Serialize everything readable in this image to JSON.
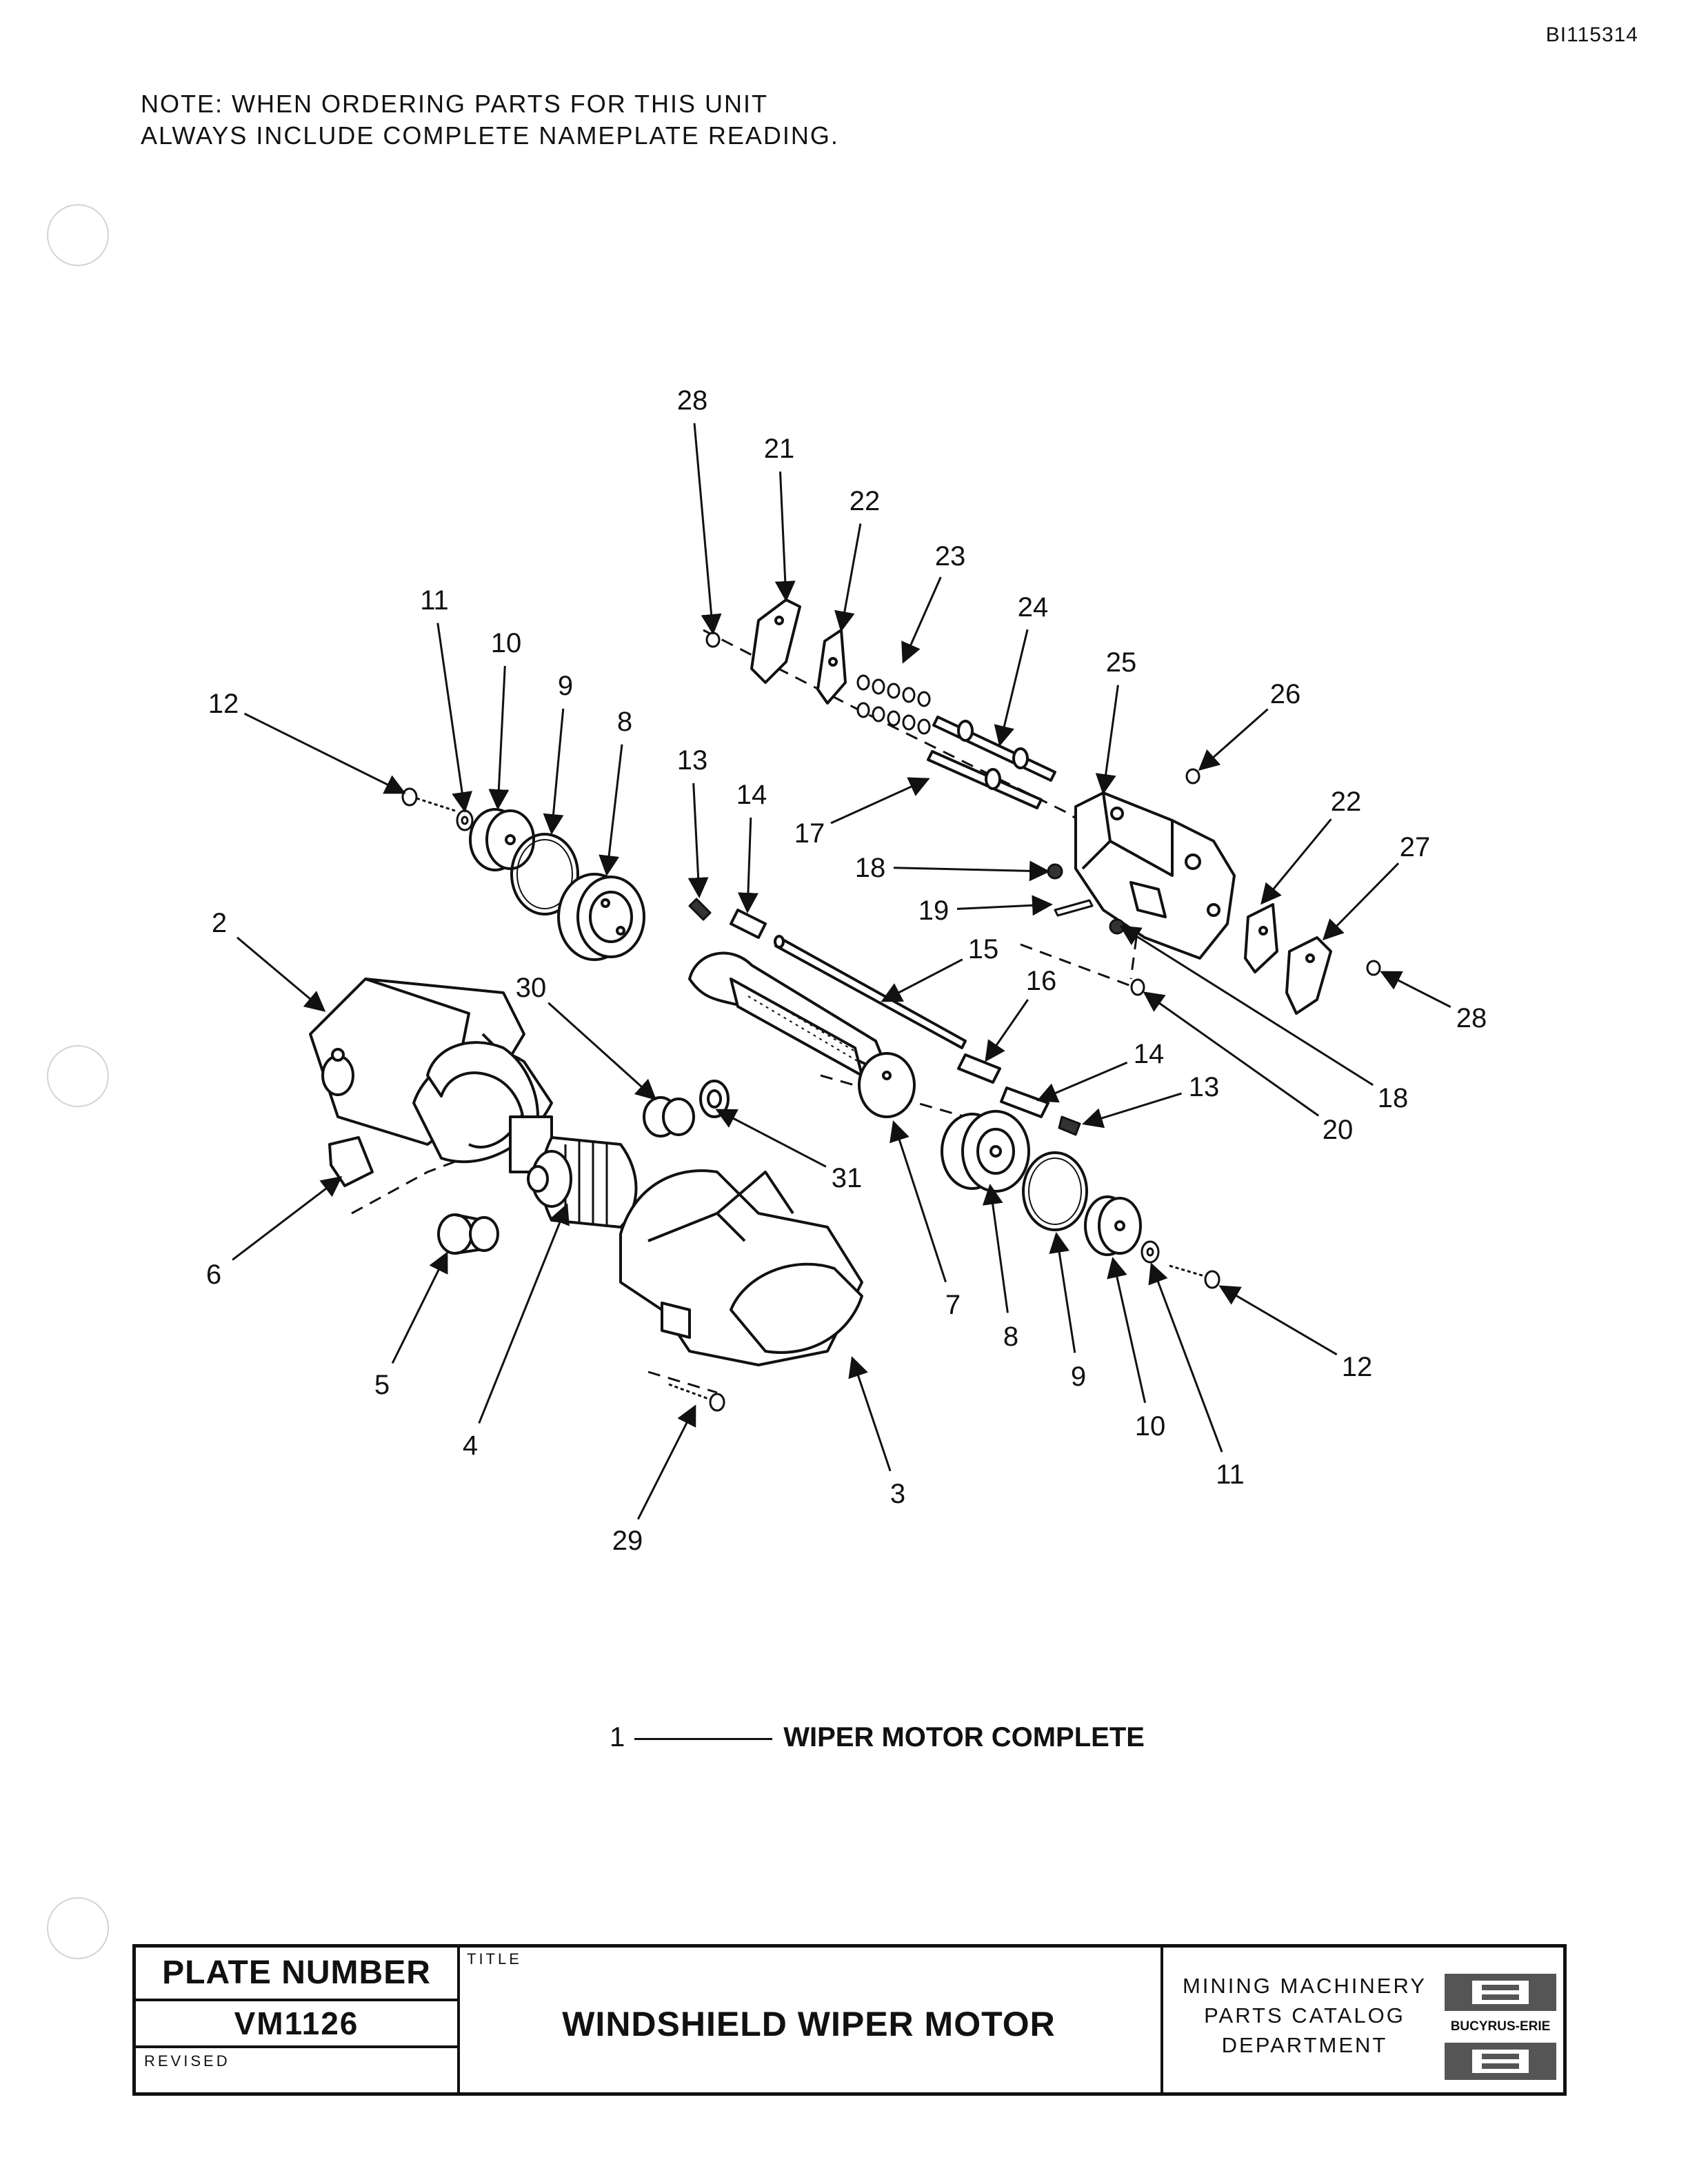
{
  "doc_id": "BI115314",
  "note": {
    "line1": "NOTE:  WHEN ORDERING PARTS FOR THIS UNIT",
    "line2": "ALWAYS INCLUDE COMPLETE NAMEPLATE READING."
  },
  "diagram": {
    "callouts": [
      "28",
      "21",
      "22",
      "23",
      "24",
      "25",
      "26",
      "11",
      "10",
      "9",
      "8",
      "12",
      "13",
      "14",
      "17",
      "18",
      "22",
      "27",
      "19",
      "2",
      "15",
      "30",
      "16",
      "28",
      "14",
      "13",
      "18",
      "20",
      "31",
      "6",
      "7",
      "8",
      "9",
      "12",
      "5",
      "4",
      "10",
      "3",
      "11",
      "29"
    ]
  },
  "legend": {
    "number": "1",
    "label": "WIPER MOTOR COMPLETE"
  },
  "title_block": {
    "plate_label": "PLATE NUMBER",
    "plate_number": "VM1126",
    "revised_label": "REVISED",
    "title_caption": "TITLE",
    "title": "WINDSHIELD WIPER MOTOR",
    "dept_line1": "MINING MACHINERY",
    "dept_line2": "PARTS CATALOG",
    "dept_line3": "DEPARTMENT",
    "logo_text": "BUCYRUS-ERIE"
  }
}
